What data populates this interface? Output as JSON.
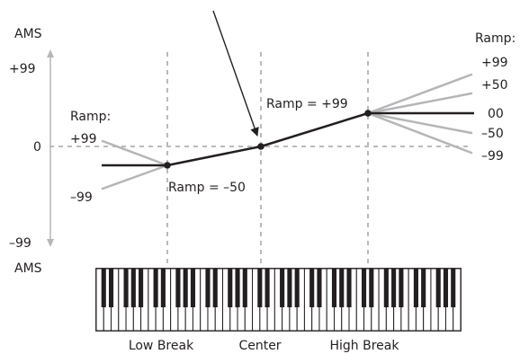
{
  "axis": {
    "top_label": "AMS",
    "bottom_label": "AMS",
    "max_label": "+99",
    "zero_label": "0",
    "min_label": "–99"
  },
  "left_ramp": {
    "title": "Ramp:",
    "plus_label": "+99",
    "minus_label": "–99"
  },
  "right_ramp": {
    "title": "Ramp:",
    "labels": [
      "+99",
      "+50",
      "00",
      "–50",
      "–99"
    ]
  },
  "annotations": {
    "lower_segment": "Ramp = –50",
    "upper_segment": "Ramp = +99"
  },
  "keyboard_labels": {
    "low_break": "Low Break",
    "center": "Center",
    "high_break": "High Break"
  },
  "keyboard": {
    "octaves": 7,
    "white_key_count": 49
  },
  "colors": {
    "line": "#231f20",
    "grey": "#b5b6b8",
    "dashed": "#b9babc"
  }
}
